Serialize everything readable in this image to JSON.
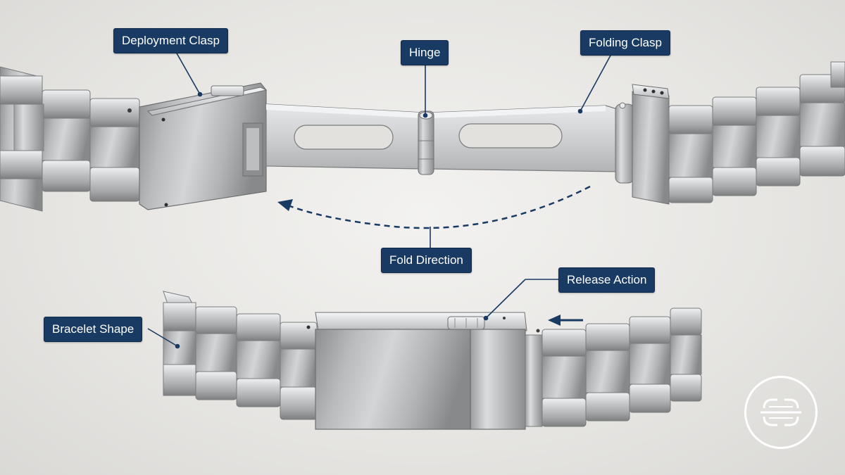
{
  "labels": {
    "deployment_clasp": "Deployment Clasp",
    "hinge": "Hinge",
    "folding_clasp": "Folding Clasp",
    "fold_direction": "Fold Direction",
    "release_action": "Release Action",
    "bracelet_shape": "Bracelet Shape"
  },
  "colors": {
    "label_bg": "#183a63",
    "label_text": "#ffffff",
    "leader_line": "#183a63",
    "steel_light": "#d9dadb",
    "steel_mid": "#a9aaab",
    "steel_dark": "#6f7072"
  },
  "icons": {
    "fold_arrow": "dashed-curved-arrow-left",
    "release_arrow": "arrow-left",
    "logo": "chain-link-logo"
  }
}
